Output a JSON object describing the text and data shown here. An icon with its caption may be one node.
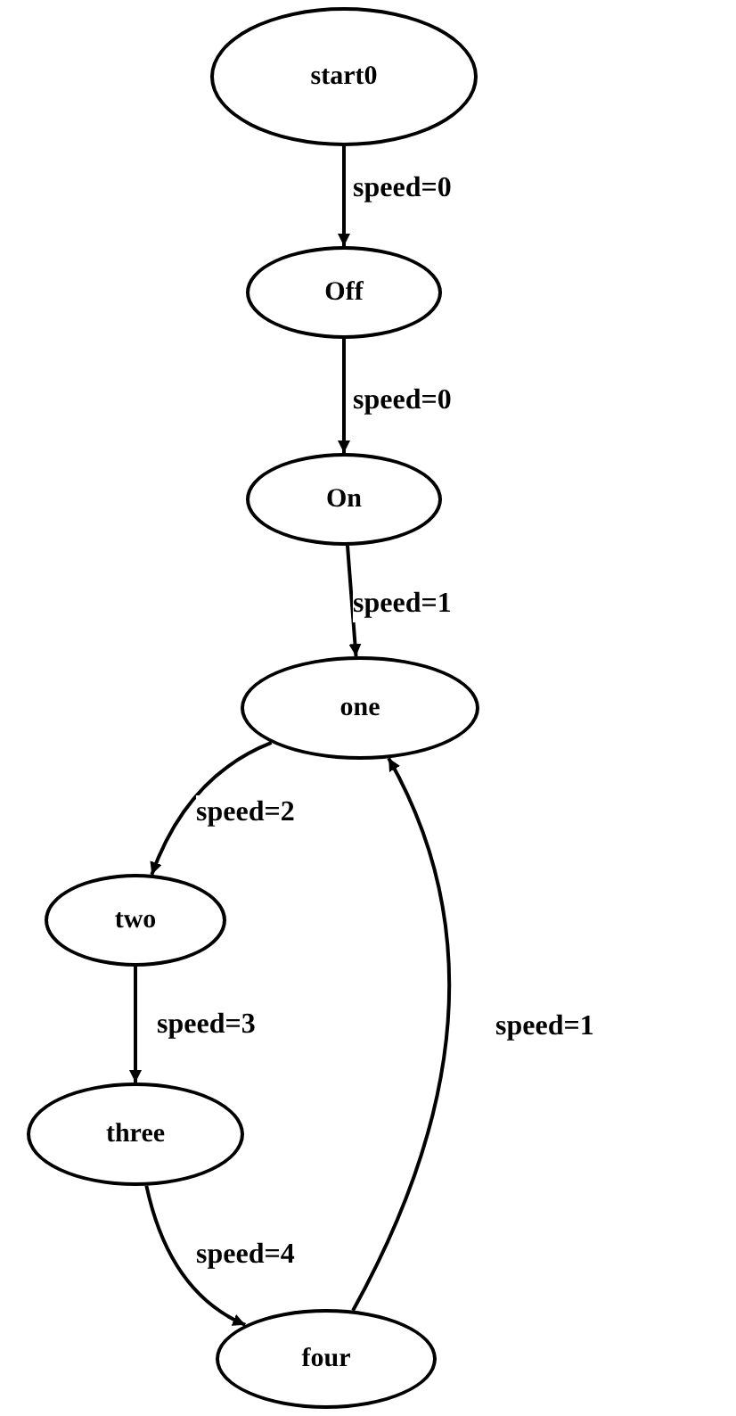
{
  "diagram": {
    "nodes": [
      {
        "text": [
          "start0"
        ]
      },
      {
        "text": [
          "Off"
        ]
      },
      {
        "text": [
          "On"
        ]
      },
      {
        "text": [
          "one"
        ]
      },
      {
        "text": [
          "two"
        ]
      },
      {
        "text": [
          "three"
        ]
      },
      {
        "text": [
          "four"
        ]
      }
    ],
    "edges": [
      {
        "from": 0,
        "to": 1,
        "arrow": "to",
        "label": "speed=0"
      },
      {
        "from": 1,
        "to": 2,
        "arrow": "to",
        "label": "speed=0"
      },
      {
        "from": 2,
        "to": 3,
        "arrow": "to",
        "label": "speed=1"
      },
      {
        "from": 3,
        "to": 4,
        "arrow": "to",
        "label": "speed=2"
      },
      {
        "from": 4,
        "to": 5,
        "arrow": "to",
        "label": "speed=3"
      },
      {
        "from": 5,
        "to": 6,
        "arrow": "to",
        "label": "speed=4"
      },
      {
        "from": 6,
        "to": 3,
        "arrow": "to",
        "label": "speed=1"
      }
    ]
  }
}
